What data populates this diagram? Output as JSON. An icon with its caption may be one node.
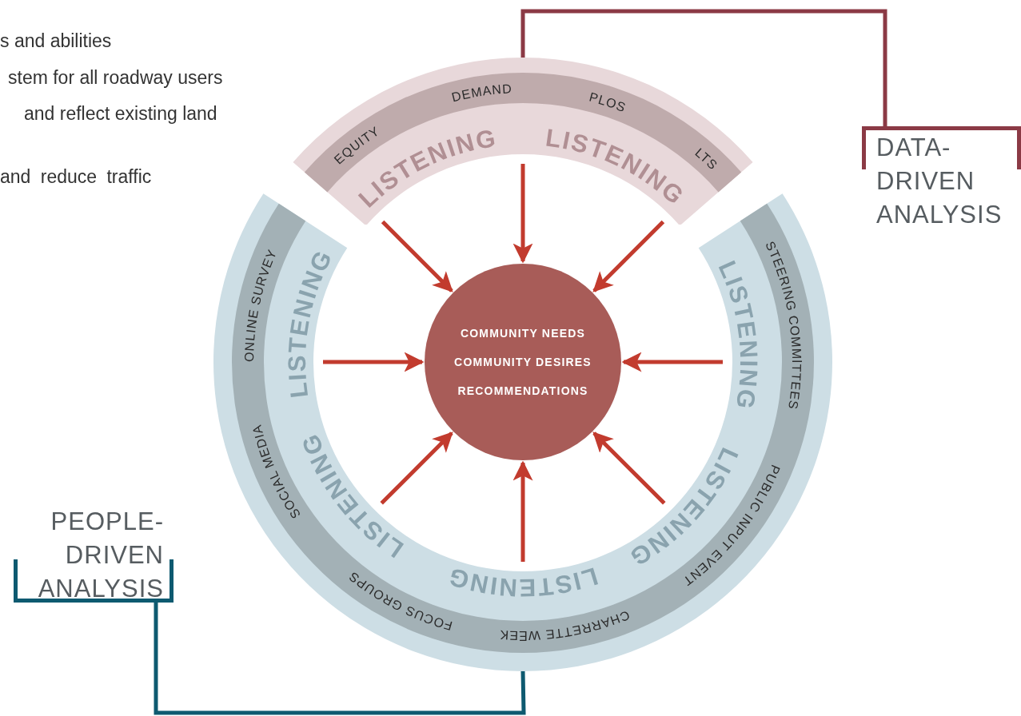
{
  "diagram": {
    "nodes": [
      {
        "text": [
          "COMMUNITY NEEDS",
          "COMMUNITY DESIRES",
          "RECOMMENDATIONS"
        ]
      },
      {
        "text": [
          "EQUITY",
          "DEMAND",
          "PLOS",
          "LTS",
          "LISTENING",
          "LISTENING"
        ]
      },
      {
        "text": [
          "STEERING COMMITTEES",
          "PUBLIC INPUT EVENT",
          "CHARRETTE WEEK",
          "FOCUS GROUPS",
          "SOCIAL MEDIA",
          "ONLINE SURVEY",
          "LISTENING",
          "LISTENING",
          "LISTENING",
          "LISTENING",
          "LISTENING"
        ]
      },
      {
        "text": [
          "DATA- DRIVEN ANALYSIS"
        ]
      },
      {
        "text": [
          "PEOPLE- DRIVEN ANALYSIS"
        ]
      }
    ],
    "edges": [
      {
        "from": 1,
        "to": 0,
        "arrow": "to"
      },
      {
        "from": 1,
        "to": 0,
        "arrow": "to"
      },
      {
        "from": 1,
        "to": 0,
        "arrow": "to"
      },
      {
        "from": 2,
        "to": 0,
        "arrow": "to"
      },
      {
        "from": 2,
        "to": 0,
        "arrow": "to"
      },
      {
        "from": 2,
        "to": 0,
        "arrow": "to"
      },
      {
        "from": 2,
        "to": 0,
        "arrow": "to"
      },
      {
        "from": 2,
        "to": 0,
        "arrow": "to"
      },
      {
        "from": 1,
        "to": 3,
        "arrow": "none",
        "color": "#8b3a45"
      },
      {
        "from": 2,
        "to": 4,
        "arrow": "none",
        "color": "#0e5a70"
      }
    ],
    "labels": [
      "s and abilities",
      "stem for all roadway users",
      "and reflect existing land",
      "and reduce traffic"
    ]
  }
}
